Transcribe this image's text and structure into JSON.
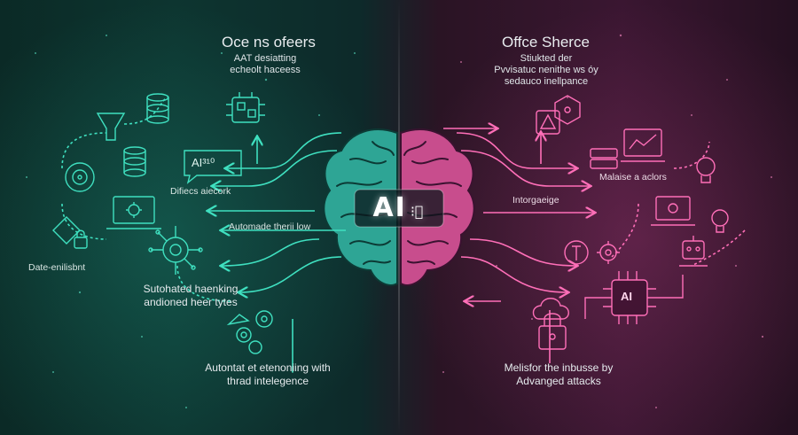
{
  "center": {
    "badge": "AI",
    "glyph": "⁝⃥"
  },
  "left": {
    "title": "Oce ns ofeers",
    "subtitle_1": "AAT desiatting",
    "subtitle_2": "echeolt haceess",
    "ai_box": "AI³¹⁰",
    "label_defines": "Difiecs aiecork",
    "label_automade": "Automade therii low",
    "label_data": "Date-enilisbnt",
    "label_sub_1": "Sutohated haenking",
    "label_sub_2": "andioned heer tytes",
    "bottom_1": "Autontat et etenoniing with",
    "bottom_2": "thrad intelegence"
  },
  "right": {
    "title": "Offce Sherce",
    "subtitle_1": "Stiukted der",
    "subtitle_2": "Pvvisatuc nenithe ws óy",
    "subtitle_3": "sedauco inellpance",
    "label_malaise": "Malaise a aclors",
    "label_intergange": "Intorgaeige",
    "ai_chip": "AI",
    "bottom_1": "Melisfor the inbusse by",
    "bottom_2": "Advanged attacks"
  },
  "colors": {
    "teal": "#3fe0c0",
    "pink": "#ff6fb8",
    "teal_brain": "#35b9a8",
    "pink_brain": "#d9589a"
  },
  "icons": [
    "database-icon",
    "circuit-icon",
    "laptop-gear-icon",
    "brain-icon",
    "lock-icon",
    "gear-icon",
    "chip-icon",
    "lightbulb-icon",
    "server-icon",
    "cloud-lock-icon"
  ]
}
